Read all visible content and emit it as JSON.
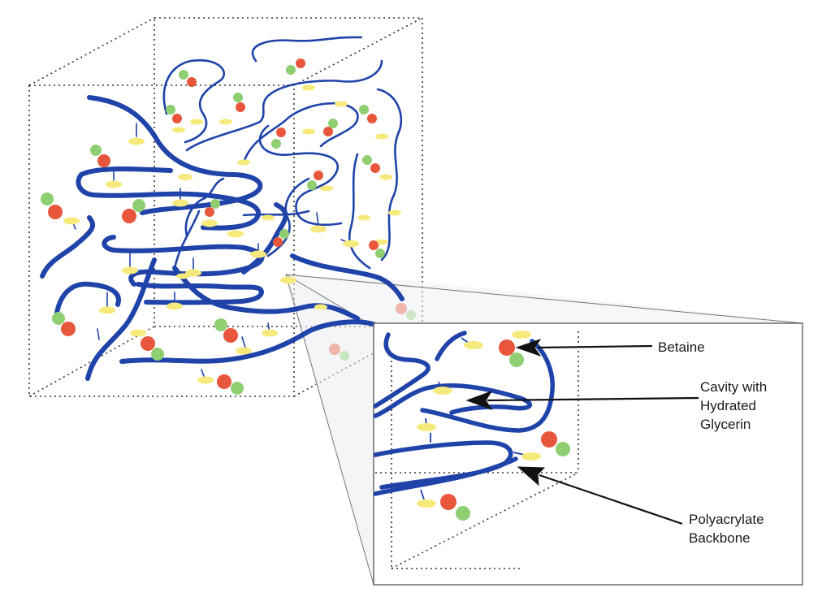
{
  "labels": {
    "betaine": [
      "Betaine"
    ],
    "cavity": [
      "Cavity with",
      "Hydrated",
      "Glycerin"
    ],
    "backbone": [
      "Polyacrylate",
      "Backbone"
    ]
  },
  "colors": {
    "backbone": "#1f43a8",
    "cation": "#e8563b",
    "anion": "#8fcf72",
    "carboxylate": "#f6ea7c",
    "frame": "#333333",
    "arrow": "#111111"
  }
}
